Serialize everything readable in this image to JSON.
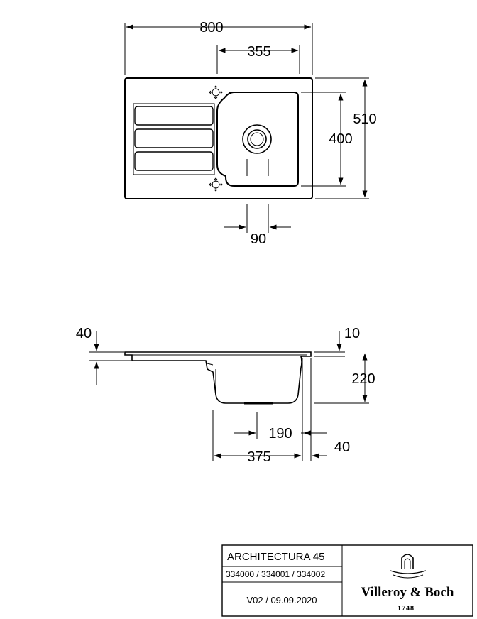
{
  "top_view": {
    "width": "800",
    "bowl_width": "355",
    "depth": "510",
    "bowl_depth": "400",
    "drain_spacing": "90"
  },
  "side_view": {
    "rim_thickness": "40",
    "edge_thickness": "10",
    "bowl_height": "220",
    "drain_offset": "190",
    "bowl_length": "375",
    "end_margin": "40"
  },
  "title_block": {
    "product": "ARCHITECTURA 45",
    "codes": "334000 / 334001 / 334002",
    "version": "V02 / 09.09.2020",
    "brand": "Villeroy & Boch",
    "since": "1748"
  }
}
